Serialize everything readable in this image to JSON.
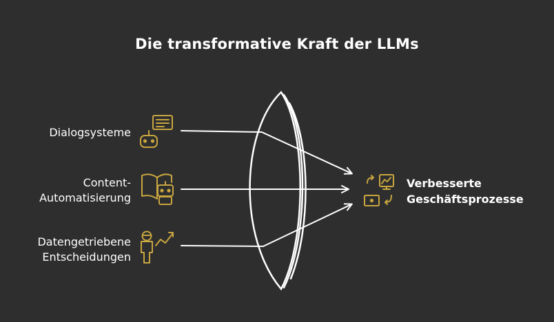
{
  "title": "Die transformative Kraft der LLMs",
  "inputs": [
    {
      "line1": "Dialogsysteme",
      "line2": "",
      "icon": "chat-robot-icon"
    },
    {
      "line1": "Content-",
      "line2": "Automatisierung",
      "icon": "book-robot-icon"
    },
    {
      "line1": "Datengetriebene",
      "line2": "Entscheidungen",
      "icon": "person-chart-icon"
    }
  ],
  "output": {
    "line1": "Verbesserte",
    "line2": "Geschäftsprozesse",
    "icon": "process-cycle-icon"
  },
  "colors": {
    "background": "#2e2e2e",
    "text": "#ffffff",
    "lines": "#ffffff",
    "icon_accent": "#c9a640"
  }
}
